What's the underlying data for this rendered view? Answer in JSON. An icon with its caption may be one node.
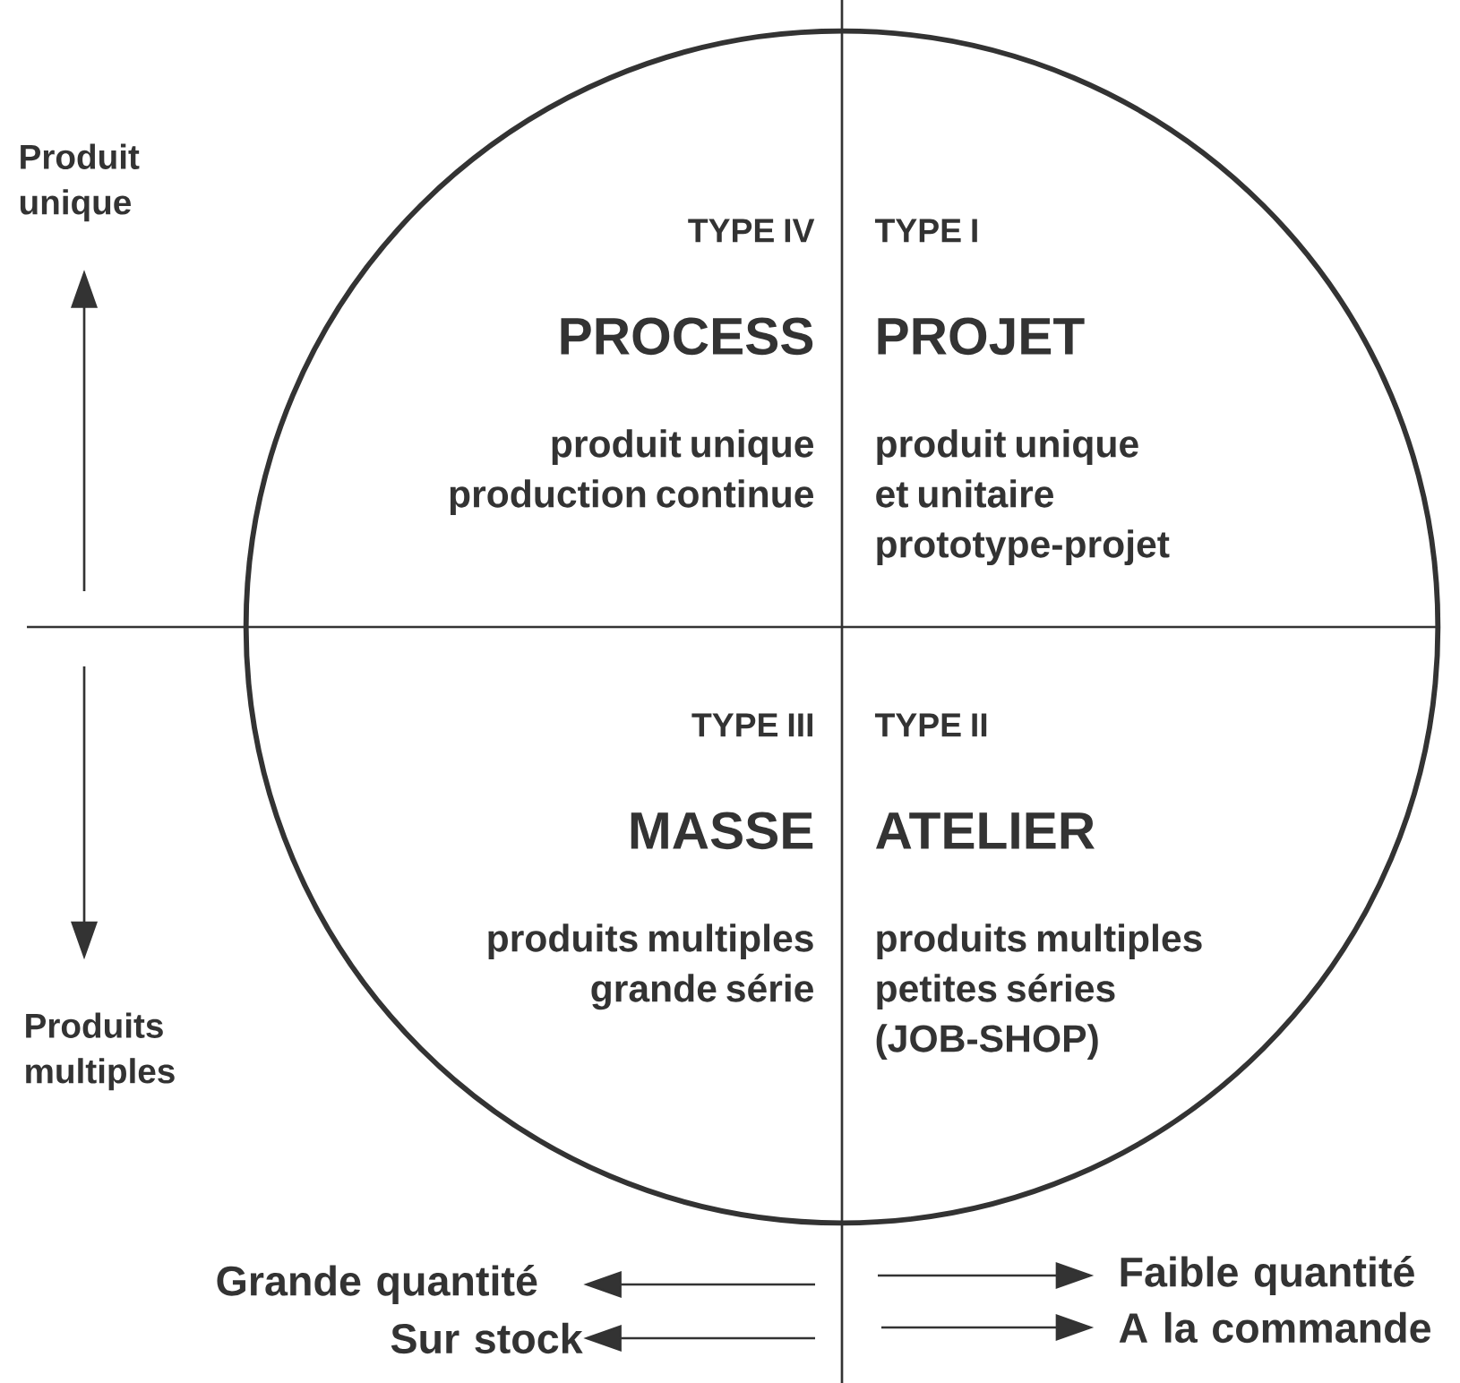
{
  "diagram": {
    "nodes": [
      {
        "text": [],
        "shape": "circle"
      },
      {
        "text": [
          "TYPE IV",
          "PROCESS",
          "produit unique production continue"
        ],
        "in": 0
      },
      {
        "text": [
          "TYPE I",
          "PROJET",
          "produit unique et unitaire prototype-projet"
        ],
        "in": 0
      },
      {
        "text": [
          "TYPE III",
          "MASSE",
          "produits multiples grande série"
        ],
        "in": 0
      },
      {
        "text": [
          "TYPE II",
          "ATELIER",
          "produits multiples petites séries (JOB-SHOP)"
        ],
        "in": 0
      },
      {
        "text": [
          "Produit unique"
        ]
      },
      {
        "text": [
          "Produits multiples"
        ]
      },
      {
        "text": [
          "Grande quantité"
        ]
      },
      {
        "text": [
          "Sur stock"
        ]
      },
      {
        "text": [
          "Faible quantité"
        ]
      },
      {
        "text": [
          "A la commande"
        ]
      }
    ],
    "edges": [
      {
        "from": null,
        "to": 5,
        "arrow": "to"
      },
      {
        "from": null,
        "to": 6,
        "arrow": "to"
      },
      {
        "from": null,
        "to": 7,
        "arrow": "to"
      },
      {
        "from": null,
        "to": 8,
        "arrow": "to"
      },
      {
        "from": null,
        "to": 9,
        "arrow": "to"
      },
      {
        "from": null,
        "to": 10,
        "arrow": "to"
      }
    ]
  }
}
